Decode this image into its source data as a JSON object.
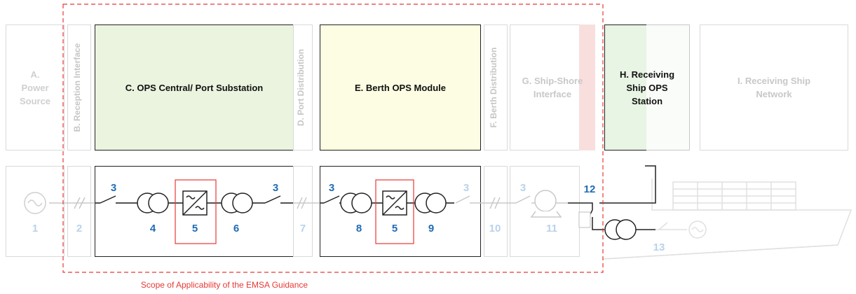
{
  "labels": {
    "a": "A.\nPower\nSource",
    "b": "B. Reception Interface",
    "c": "C. OPS Central/ Port Substation",
    "d": "D. Port Distribution",
    "e": "E. Berth OPS Module",
    "f": "F. Berth Distribution",
    "g": "G. Ship-Shore\nInterface",
    "h": "H. Receiving\nShip OPS\nStation",
    "i": "I. Receiving Ship\nNetwork"
  },
  "numbers": {
    "n1": "1",
    "n2": "2",
    "n3a": "3",
    "n4": "4",
    "n5a": "5",
    "n6": "6",
    "n3b": "3",
    "n7": "7",
    "n3c": "3",
    "n8": "8",
    "n5b": "5",
    "n9": "9",
    "n3d": "3",
    "n10": "10",
    "n3e": "3",
    "n11": "11",
    "n12": "12",
    "n13": "13"
  },
  "scope_caption": "Scope of Applicability of the EMSA Guidance",
  "colors": {
    "substation_fill": "#eaf4df",
    "berth_fill": "#fdfde3",
    "receiving_fill": "#e8f4e4",
    "scope_red": "#e53935",
    "accent_blue": "#1f6bb5",
    "light_blue": "#b9d2ea"
  }
}
